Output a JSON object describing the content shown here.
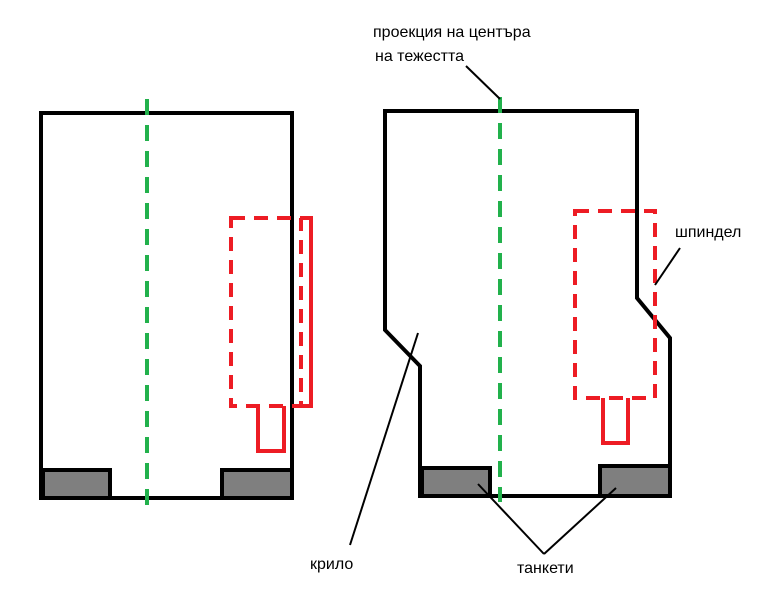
{
  "labels": {
    "cog_projection_line1": "проекция на центъра",
    "cog_projection_line2": "на тежестта",
    "spindle": "шпиндел",
    "wing": "крило",
    "pads": "танкети"
  },
  "colors": {
    "outline": "#000000",
    "centerline": "#22b14c",
    "spindle": "#ed1c24",
    "pad_fill": "#7f7f7f",
    "background": "#ffffff"
  }
}
